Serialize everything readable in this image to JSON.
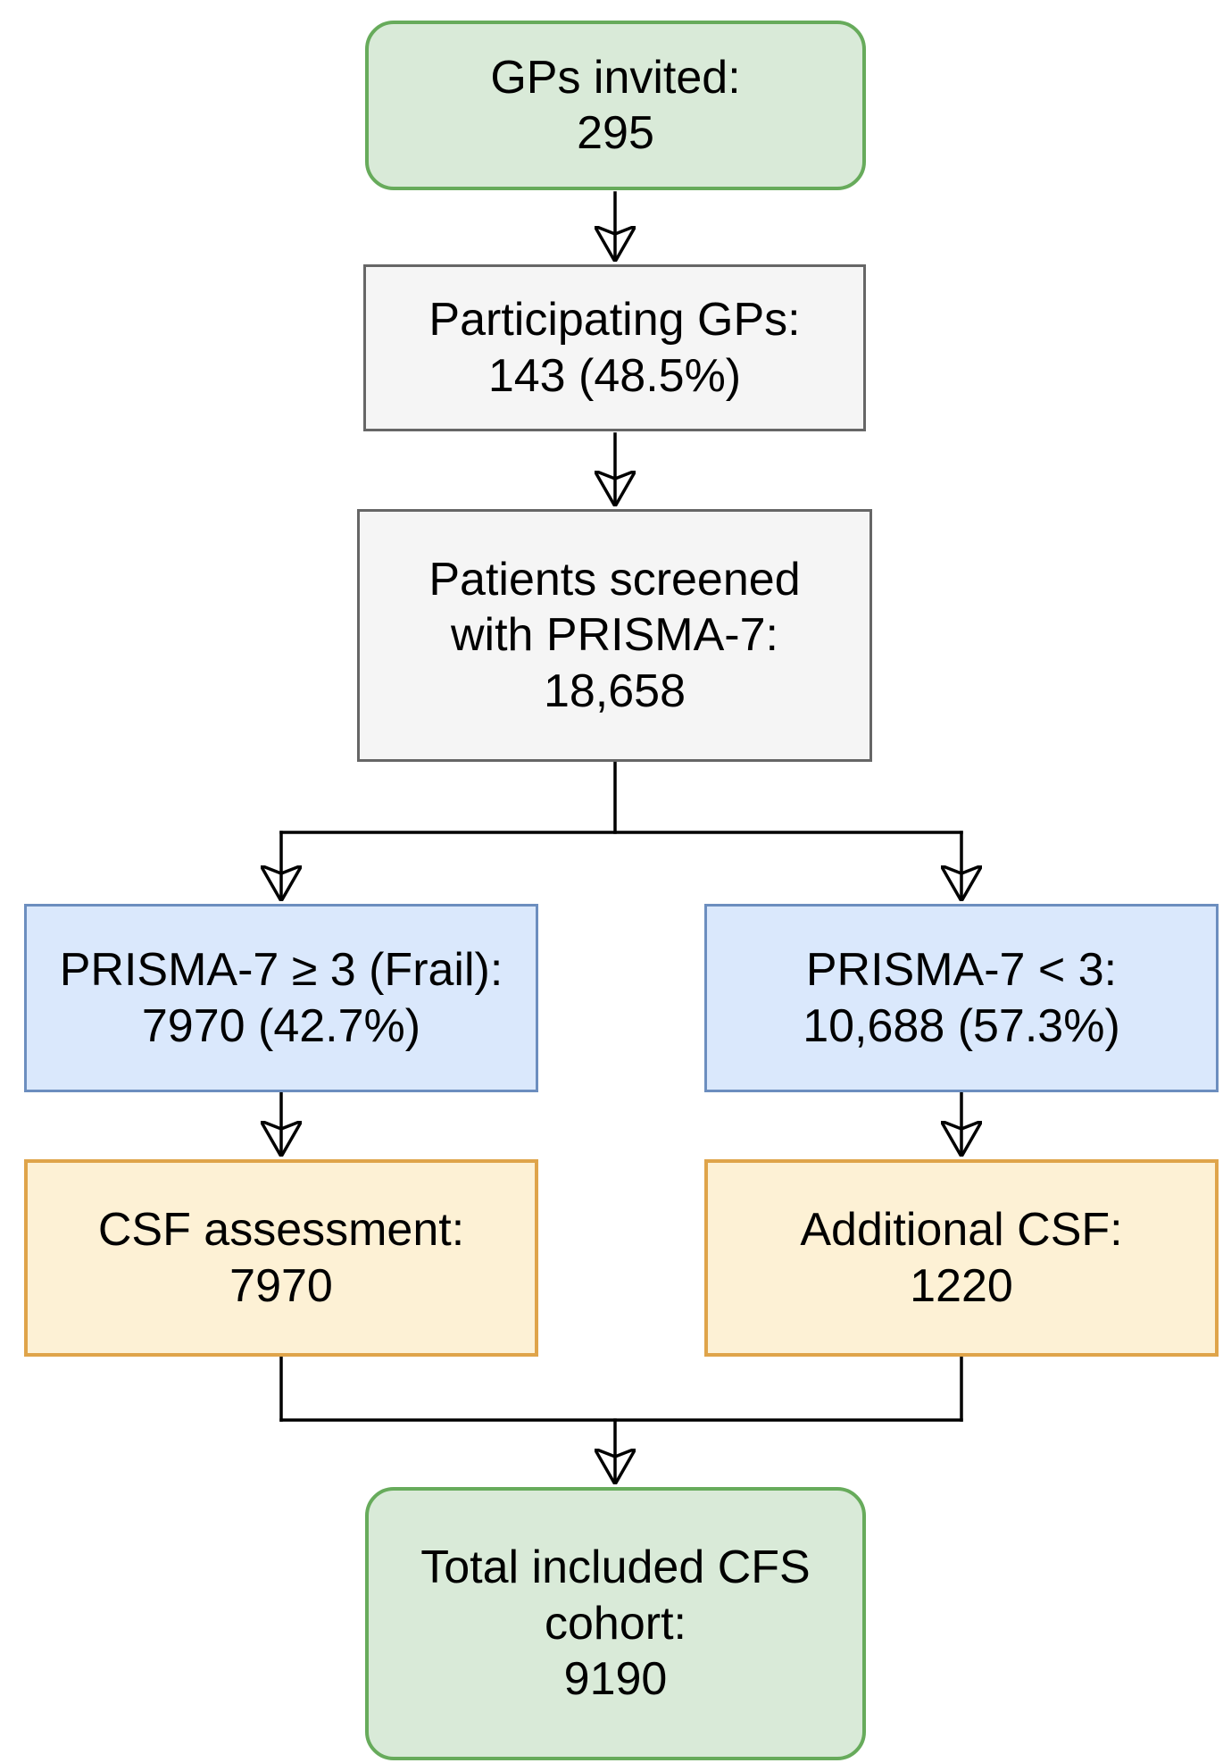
{
  "diagram": {
    "type": "flowchart",
    "background": "#ffffff",
    "nodes": [
      {
        "id": "gps-invited",
        "shape": "rounded",
        "color": "green",
        "lines": [
          "GPs invited:",
          "295"
        ]
      },
      {
        "id": "participating",
        "shape": "rect",
        "color": "gray",
        "lines": [
          "Participating GPs:",
          "143 (48.5%)"
        ]
      },
      {
        "id": "screened",
        "shape": "rect",
        "color": "gray",
        "lines": [
          "Patients screened",
          "with PRISMA-7:",
          "18,658"
        ]
      },
      {
        "id": "frail",
        "shape": "rect",
        "color": "blue",
        "lines": [
          "PRISMA-7 ≥ 3 (Frail):",
          "7970 (42.7%)"
        ]
      },
      {
        "id": "not-frail",
        "shape": "rect",
        "color": "blue",
        "lines": [
          "PRISMA-7 < 3:",
          "10,688 (57.3%)"
        ]
      },
      {
        "id": "csf",
        "shape": "rect",
        "color": "yellow",
        "lines": [
          "CSF assessment:",
          "7970"
        ]
      },
      {
        "id": "additional-csf",
        "shape": "rect",
        "color": "yellow",
        "lines": [
          "Additional CSF:",
          "1220"
        ]
      },
      {
        "id": "total",
        "shape": "rounded",
        "color": "green",
        "lines": [
          "Total included CFS",
          "cohort:",
          "9190"
        ]
      }
    ],
    "edges": [
      {
        "from": "gps-invited",
        "to": "participating"
      },
      {
        "from": "participating",
        "to": "screened"
      },
      {
        "from": "screened",
        "to": "frail"
      },
      {
        "from": "screened",
        "to": "not-frail"
      },
      {
        "from": "frail",
        "to": "csf"
      },
      {
        "from": "not-frail",
        "to": "additional-csf"
      },
      {
        "from": "csf",
        "to": "total"
      },
      {
        "from": "additional-csf",
        "to": "total"
      }
    ],
    "palette": {
      "green_fill": "#d9ead8",
      "green_border": "#67ab5b",
      "gray_fill": "#f5f5f5",
      "gray_border": "#666666",
      "blue_fill": "#dae8fc",
      "blue_border": "#6c8ebf",
      "yellow_fill": "#fdf1d5",
      "yellow_border": "#dfa44a",
      "connector": "#000000",
      "text": "#000000"
    }
  }
}
